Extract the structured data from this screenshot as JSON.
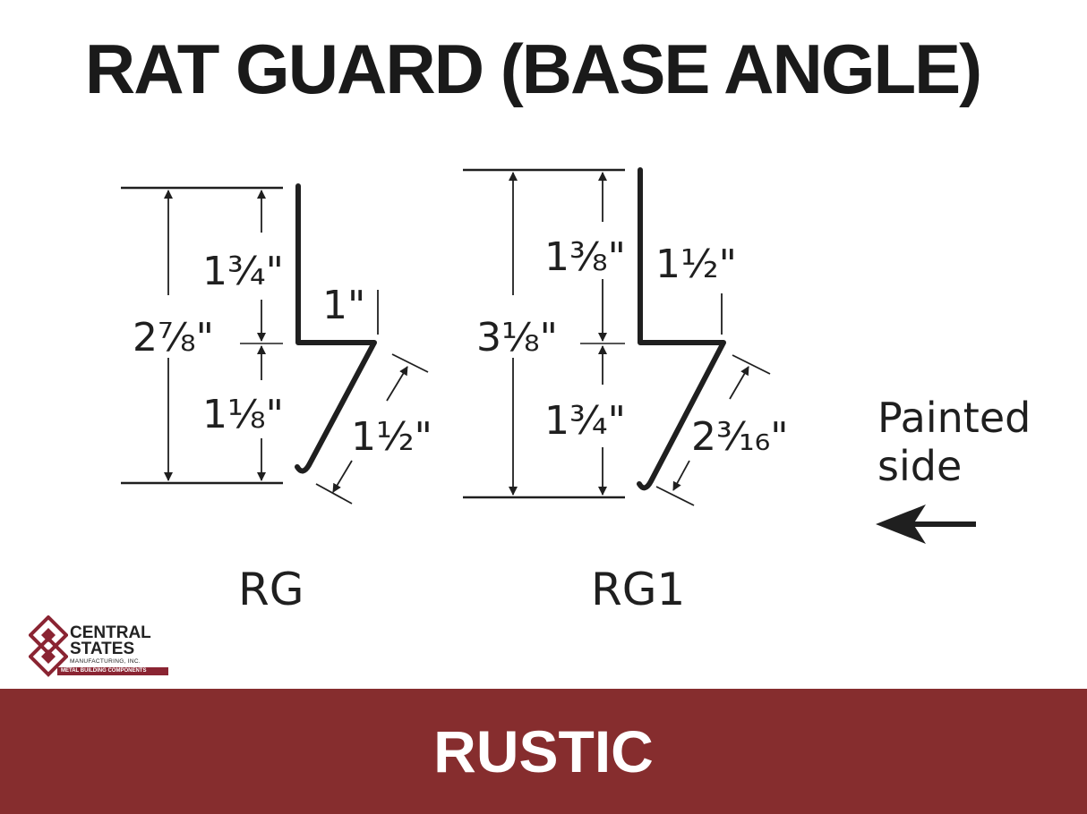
{
  "title": "RAT GUARD (BASE ANGLE)",
  "diagrams": [
    {
      "label": "RG",
      "total_height": "2⅞\"",
      "upper_height": "1¾\"",
      "lower_height": "1⅛\"",
      "top_flange": "1\"",
      "slope_length": "1½\""
    },
    {
      "label": "RG1",
      "total_height": "3⅛\"",
      "upper_height": "1⅜\"",
      "lower_height": "1¾\"",
      "top_flange": "1½\"",
      "slope_length": "2³⁄₁₆\""
    }
  ],
  "painted_side": {
    "line1": "Painted",
    "line2": "side",
    "arrow_icon": "left-arrow-icon"
  },
  "logo": {
    "name_line1": "CENTRAL",
    "name_line2": "STATES",
    "subtitle": "MANUFACTURING, INC.",
    "tagline": "METAL BUILDING COMPONENTS"
  },
  "footer": {
    "color_name": "RUSTIC",
    "color_hex": "#862d2e"
  },
  "colors": {
    "ink": "#1f1f1f",
    "brand": "#8a2432"
  }
}
